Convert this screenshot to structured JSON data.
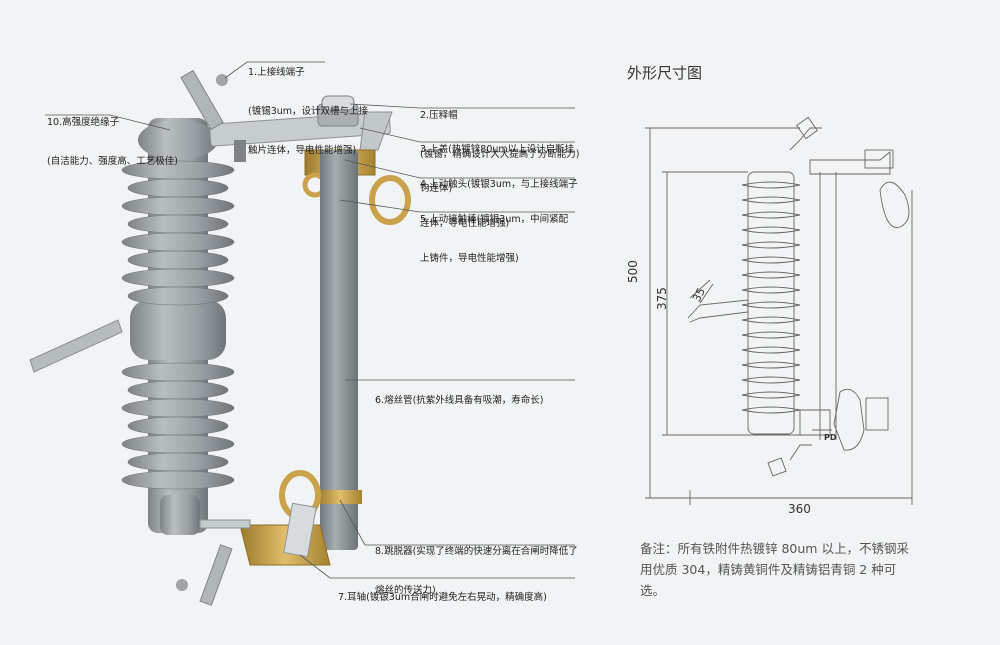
{
  "callouts": [
    {
      "id": "c1",
      "lines": [
        "1.上接线端子",
        "(镀锡3um，设计双槽与上接",
        "触片连体，导电性能增强)"
      ]
    },
    {
      "id": "c10",
      "lines": [
        "10.高强度绝缘子",
        "(自洁能力、强度高、工艺极佳)"
      ]
    },
    {
      "id": "c2",
      "lines": [
        "2.压释帽",
        "(镀锡，精确设计大大提高了分断能力)"
      ]
    },
    {
      "id": "c3",
      "lines": [
        "3.上盖(热镀锌80um以上设计启断挂",
        "钩连体)"
      ]
    },
    {
      "id": "c4",
      "lines": [
        "4.上动触头(镀银3um，与上接线端子",
        "连体，导电性能增强)"
      ]
    },
    {
      "id": "c5",
      "lines": [
        "5.上动接触棒(镀银3um，中间紧配",
        "上铸件，导电性能增强)"
      ]
    },
    {
      "id": "c6",
      "lines": [
        "6.熔丝管(抗紫外线具备有吸潮，寿命长)"
      ]
    },
    {
      "id": "c8",
      "lines": [
        "8.跳脱器(实现了终端的快速分离在合闸时降低了",
        "熔丝的传送力)"
      ]
    },
    {
      "id": "c7",
      "lines": [
        "7.耳轴(镀银3um合闸时避免左右晃动，精确度高)"
      ]
    }
  ],
  "drawing": {
    "title": "外形尺寸图",
    "dim_500": "500",
    "dim_375": "375",
    "dim_35": "35",
    "dim_360": "360",
    "tag_pd": "PD"
  },
  "note": {
    "text": "备注：所有铁附件热镀锌 80um 以上，不锈钢采用优质 304，精铸黄铜件及精铸铝青铜 2 种可选。"
  },
  "colors": {
    "background": "#f1f3f4",
    "porcelain": "#9ea3a5",
    "brass": "#c9a24b",
    "tube": "#8d9699"
  }
}
